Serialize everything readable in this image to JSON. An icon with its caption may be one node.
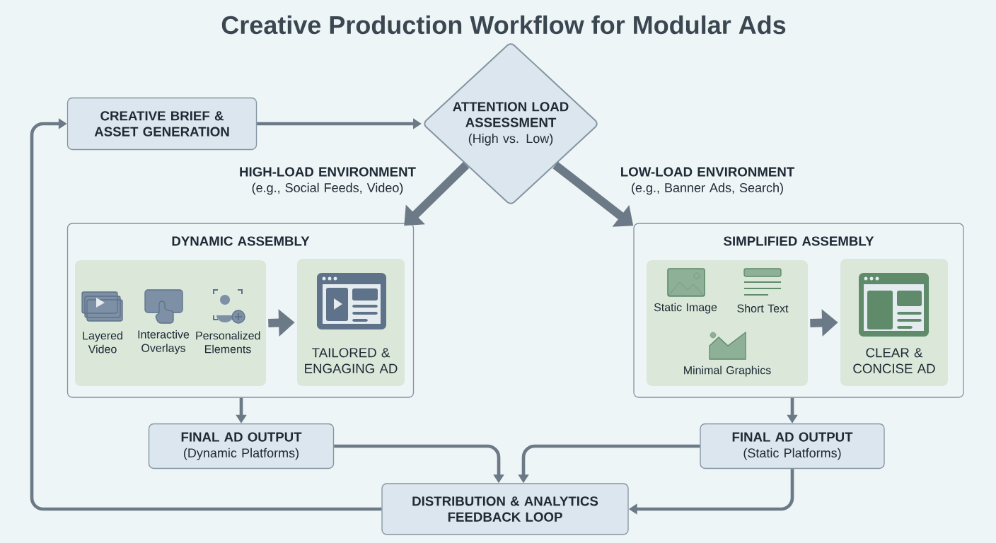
{
  "diagram": {
    "title": "Creative Production Workflow for Modular Ads",
    "nodes": [
      {
        "text": [
          "CREATIVE BRIEF & ASSET GENERATION"
        ]
      },
      {
        "text": [
          "ATTENTION LOAD ASSESSMENT",
          "(High vs. Low)"
        ]
      },
      {
        "text": [
          "DYNAMIC ASSEMBLY"
        ]
      },
      {
        "text": [],
        "shape": "box",
        "in": 2
      },
      {
        "text": [
          "TAILORED & ENGAGING AD"
        ],
        "in": 2
      },
      {
        "text": [
          "SIMPLIFIED ASSEMBLY"
        ]
      },
      {
        "text": [],
        "shape": "box",
        "in": 5
      },
      {
        "text": [
          "CLEAR & CONCISE AD"
        ],
        "in": 5
      },
      {
        "text": [
          "FINAL AD OUTPUT",
          "(Dynamic Platforms)"
        ]
      },
      {
        "text": [
          "FINAL AD OUTPUT",
          "(Static Platforms)"
        ]
      },
      {
        "text": [
          "DISTRIBUTION & ANALYTICS FEEDBACK LOOP"
        ]
      }
    ],
    "edges": [
      {
        "from": 0,
        "to": 1,
        "arrow": "to"
      },
      {
        "from": 1,
        "to": 2,
        "arrow": "to",
        "style": "thick"
      },
      {
        "from": 1,
        "to": 5,
        "arrow": "to",
        "style": "thick"
      },
      {
        "from": 3,
        "to": 4,
        "arrow": "to",
        "style": "thick"
      },
      {
        "from": 6,
        "to": 7,
        "arrow": "to",
        "style": "thick"
      },
      {
        "from": 2,
        "to": 8,
        "arrow": "to"
      },
      {
        "from": 5,
        "to": 9,
        "arrow": "to"
      },
      {
        "from": 8,
        "to": 10,
        "arrow": "to"
      },
      {
        "from": 9,
        "to": 10,
        "arrow": "to"
      },
      {
        "from": 9,
        "to": 10,
        "arrow": "to"
      },
      {
        "from": 10,
        "to": 0,
        "arrow": "to"
      }
    ],
    "labels": [
      "HIGH-LOAD ENVIRONMENT",
      "(e.g., Social Feeds, Video)",
      "LOW-LOAD ENVIRONMENT",
      "(e.g., Banner Ads, Search)",
      "Layered Video",
      "Interactive Overlays",
      "Personalized Elements",
      "Static Image",
      "Short Text",
      "Minimal Graphics"
    ]
  }
}
